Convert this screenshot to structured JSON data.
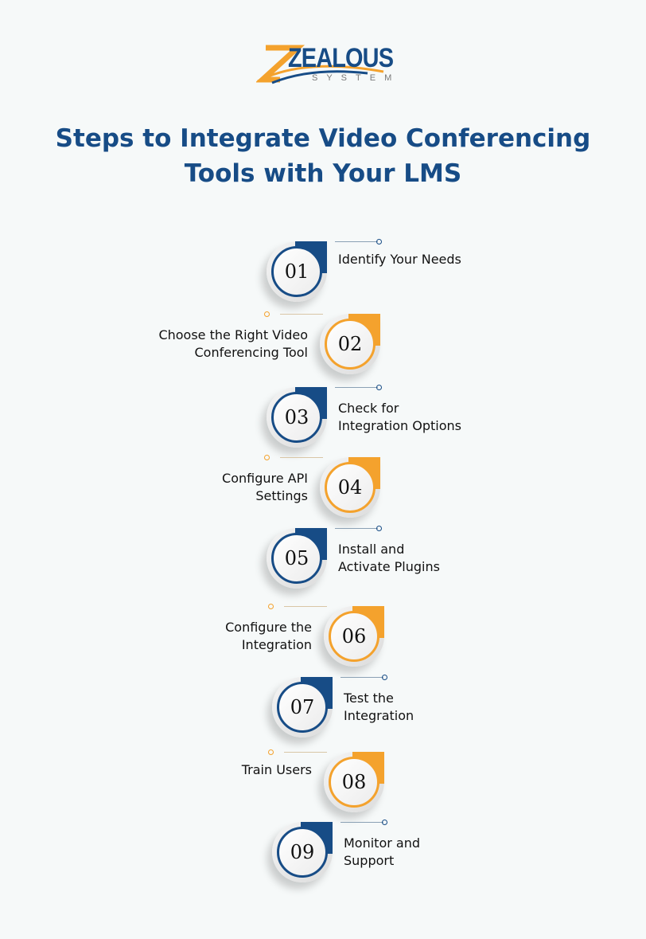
{
  "logo": {
    "word": "ZEALOUS",
    "sub": "SYSTEM"
  },
  "title": {
    "line1": "Steps to Integrate Video Conferencing",
    "line2": "Tools with Your LMS"
  },
  "colors": {
    "blue": "#174c86",
    "orange": "#f4a22d"
  },
  "steps": [
    {
      "number": "01",
      "line1": "Identify Your Needs",
      "line2": ""
    },
    {
      "number": "02",
      "line1": "Choose the Right Video",
      "line2": "Conferencing Tool"
    },
    {
      "number": "03",
      "line1": "Check for",
      "line2": "Integration Options"
    },
    {
      "number": "04",
      "line1": "Configure API",
      "line2": "Settings"
    },
    {
      "number": "05",
      "line1": "Install and",
      "line2": "Activate Plugins"
    },
    {
      "number": "06",
      "line1": "Configure the",
      "line2": "Integration"
    },
    {
      "number": "07",
      "line1": "Test the",
      "line2": "Integration"
    },
    {
      "number": "08",
      "line1": "Train Users",
      "line2": ""
    },
    {
      "number": "09",
      "line1": "Monitor and",
      "line2": "Support"
    }
  ]
}
